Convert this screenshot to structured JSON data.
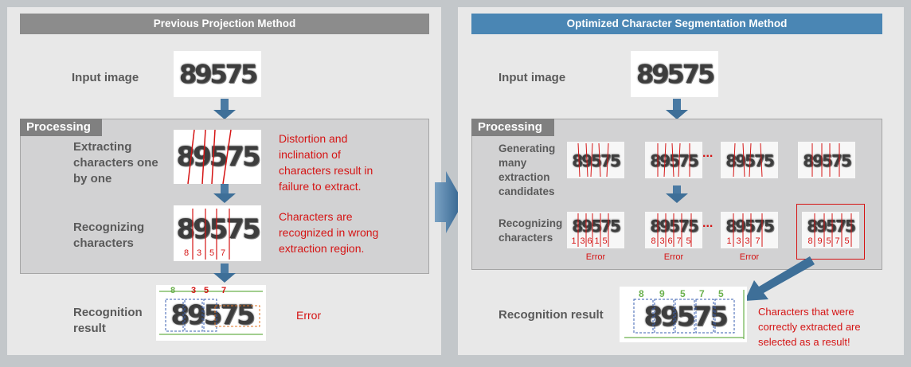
{
  "left": {
    "banner": "Previous Projection Method",
    "input_label": "Input image",
    "input_digits": "89575",
    "processing": "Processing",
    "extract_label": [
      "Extracting",
      "characters one",
      "by one"
    ],
    "extract_note": [
      "Distortion and",
      "inclination of",
      "characters result in",
      "failure to extract."
    ],
    "recog_label": [
      "Recognizing",
      "characters"
    ],
    "recog_note": [
      "Characters are",
      "recognized in wrong",
      "extraction region."
    ],
    "recog_digits": [
      "8",
      "3",
      "5",
      "7"
    ],
    "result_label": [
      "Recognition",
      "result"
    ],
    "result_note": "Error",
    "result_top_digits": [
      "8",
      "3",
      "5",
      "7"
    ]
  },
  "right": {
    "banner": "Optimized Character Segmentation Method",
    "input_label": "Input image",
    "input_digits": "89575",
    "processing": "Processing",
    "gen_label": [
      "Generating",
      "many",
      "extraction",
      "candidates"
    ],
    "recog_label": [
      "Recognizing",
      "characters"
    ],
    "candidates": [
      {
        "digits": [
          "1",
          "3",
          "6",
          "1",
          "5"
        ],
        "note": "Error"
      },
      {
        "digits": [
          "8",
          "3",
          "6",
          "7",
          "5"
        ],
        "note": "Error"
      },
      {
        "digits": [
          "1",
          "3",
          "3",
          "7"
        ],
        "note": "Error"
      },
      {
        "digits": [
          "8",
          "9",
          "5",
          "7",
          "5"
        ],
        "note": ""
      }
    ],
    "ellipsis": "...",
    "result_label": "Recognition result",
    "result_note": [
      "Characters that were",
      "correctly extracted are",
      "selected as a result!"
    ],
    "result_top_digits": [
      "8",
      "9",
      "5",
      "7",
      "5"
    ]
  },
  "colors": {
    "left_banner": "#8c8c8c",
    "right_banner": "#4a86b4",
    "error_red": "#d51414",
    "arrow_blue": "#3e6f98",
    "green_frame": "#6ab04c"
  }
}
